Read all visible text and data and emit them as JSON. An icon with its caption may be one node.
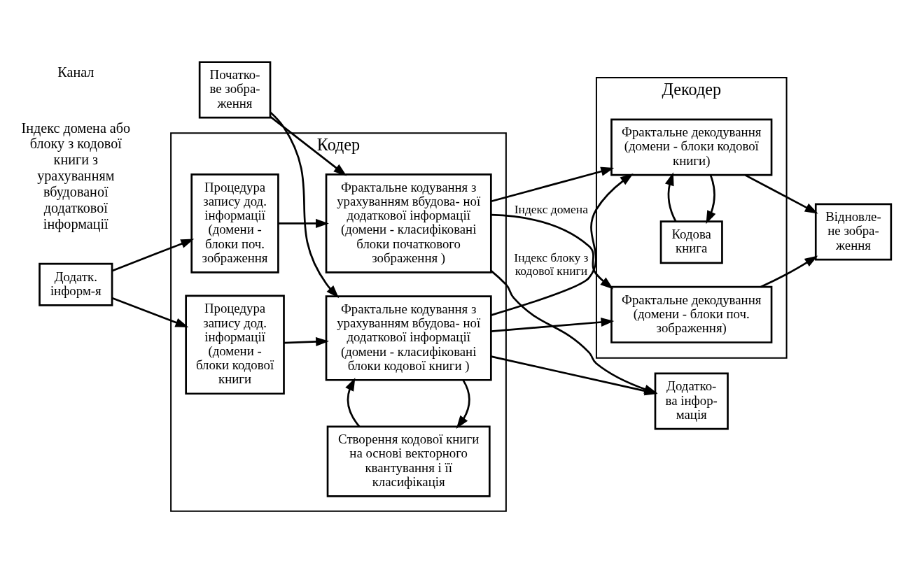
{
  "diagram": {
    "nodes": [
      {
        "text": [
          "Кодер"
        ]
      },
      {
        "text": [
          "Додатк. інформ-я"
        ]
      },
      {
        "text": [
          "Початко- ве зобра- ження"
        ]
      },
      {
        "text": [
          "Процедура запису дод. інформації (домени - блоки поч. зображення"
        ],
        "in": 0
      },
      {
        "text": [
          "Фрактальне кодування з урахуванням вбудова- ної додаткової інформації (домени - класифіковані блоки початкового зображення )"
        ],
        "in": 0
      },
      {
        "text": [
          "Процедура запису дод. інформації (домени - блоки кодової книги"
        ],
        "in": 0
      },
      {
        "text": [
          "Фрактальне кодування з урахуванням вбудова- ної додаткової інформації (домени - класифіковані блоки кодової книги )"
        ],
        "in": 0
      },
      {
        "text": [
          "Створення кодової книги на основі векторного квантування і її класифікація"
        ],
        "in": 0
      },
      {
        "text": [
          "Декодер"
        ]
      },
      {
        "text": [
          "Фрактальне декодування (домени - блоки поч. зображення)"
        ],
        "in": 8
      },
      {
        "text": [
          "Фрактальне декодування (домени - блоки кодової книги)"
        ],
        "in": 8
      },
      {
        "text": [
          "Кодова книга"
        ],
        "in": 8
      },
      {
        "text": [
          "Додатко- ва інфор- мація"
        ]
      },
      {
        "text": [
          "Відновле- не зобра- ження"
        ]
      }
    ],
    "edges": [
      {
        "from": 1,
        "to": 3,
        "arrow": "to"
      },
      {
        "from": 1,
        "to": 5,
        "arrow": "to"
      },
      {
        "from": 2,
        "to": 4,
        "arrow": "to"
      },
      {
        "from": 2,
        "to": 6,
        "arrow": "to"
      },
      {
        "from": 3,
        "to": 4,
        "arrow": "to"
      },
      {
        "from": 5,
        "to": 6,
        "arrow": "to"
      },
      {
        "from": 6,
        "to": 7,
        "arrow": "to"
      },
      {
        "from": 7,
        "to": 6,
        "arrow": "to"
      },
      {
        "from": 4,
        "to": 12,
        "arrow": "to"
      },
      {
        "from": 6,
        "to": 12,
        "arrow": "to"
      },
      {
        "from": 4,
        "to": 9,
        "label": "Індекс домена",
        "arrow": "to"
      },
      {
        "from": 6,
        "to": 9,
        "arrow": "to"
      },
      {
        "from": 4,
        "to": 10,
        "arrow": "to"
      },
      {
        "from": 6,
        "to": 10,
        "label": "Індекс блоку з кодової книги",
        "arrow": "to"
      },
      {
        "from": 9,
        "to": 13,
        "arrow": "to"
      },
      {
        "from": 10,
        "to": 13,
        "arrow": "to"
      },
      {
        "from": 10,
        "to": 11,
        "arrow": "to"
      },
      {
        "from": 11,
        "to": 10,
        "arrow": "to"
      }
    ],
    "labels": [
      "Індекс домена або блоку з кодової книги з урахуванням вбудованої додаткової інформації",
      "Канал"
    ]
  }
}
